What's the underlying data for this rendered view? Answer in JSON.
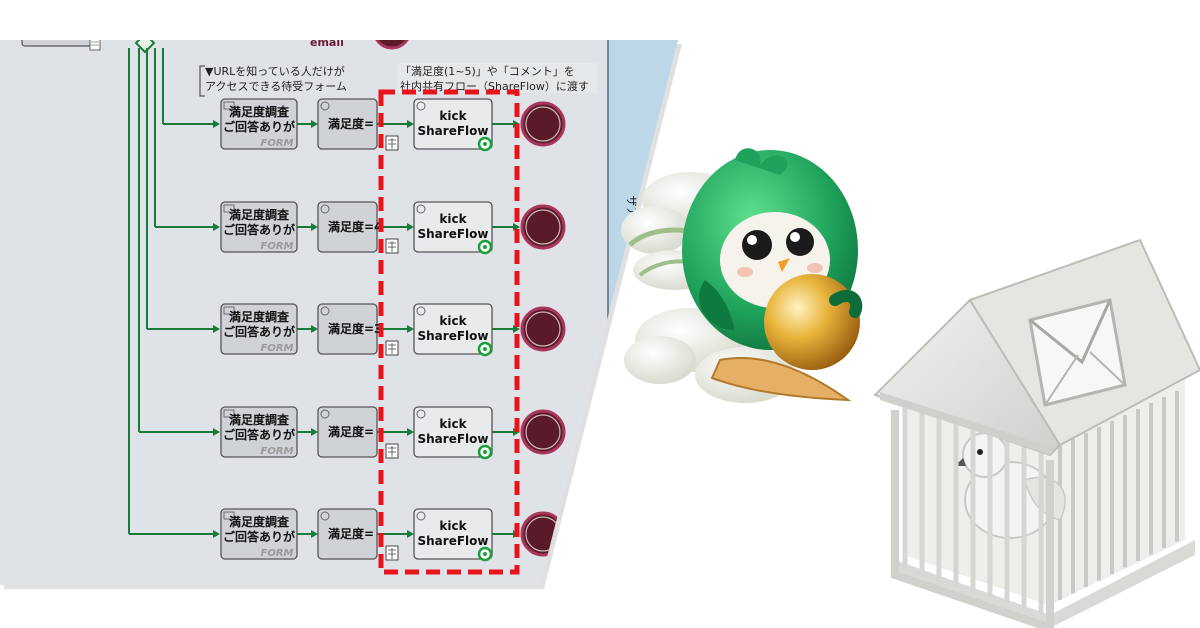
{
  "diagram": {
    "top_label": "email",
    "annotation_form": [
      "▼URLを知っている人だけが",
      "アクセスできる待受フォーム"
    ],
    "annotation_share": [
      "「満足度(1~5)」や「コメント」を",
      "社内共有フロー（ShareFlow）に渡す"
    ],
    "lane_label": "ザアカウントなし）",
    "rows": [
      {
        "form_line1": "満足度調査",
        "form_line2": "ご回答ありが",
        "form_tag": "FORM",
        "cond": "満足度=",
        "kick_line1": "kick",
        "kick_line2": "ShareFlow"
      },
      {
        "form_line1": "満足度調査",
        "form_line2": "ご回答ありが",
        "form_tag": "FORM",
        "cond": "満足度=4",
        "kick_line1": "kick",
        "kick_line2": "ShareFlow"
      },
      {
        "form_line1": "満足度調査",
        "form_line2": "ご回答ありが",
        "form_tag": "FORM",
        "cond": "満足度=3",
        "kick_line1": "kick",
        "kick_line2": "ShareFlow"
      },
      {
        "form_line1": "満足度調査",
        "form_line2": "ご回答ありが",
        "form_tag": "FORM",
        "cond": "満足度=",
        "kick_line1": "kick",
        "kick_line2": "ShareFlow"
      },
      {
        "form_line1": "満足度調査",
        "form_line2": "ご回答ありが",
        "form_tag": "FORM",
        "cond": "満足度=",
        "kick_line1": "kick",
        "kick_line2": "ShareFlow"
      }
    ]
  },
  "illustrations": {
    "mascot": "green-bird-mascot-with-gold-ball",
    "birdhouse": "white-dove-birdhouse-with-mail-envelope"
  },
  "colors": {
    "canvas_bg": "#dfe3e8",
    "lane_bg": "#bcd8e8",
    "flow_line": "#1a7a3a",
    "end_event": "#5a1a2a",
    "highlight_dash": "#e8141b",
    "mascot_green": "#1fa35c",
    "gold": "#e0a020"
  }
}
